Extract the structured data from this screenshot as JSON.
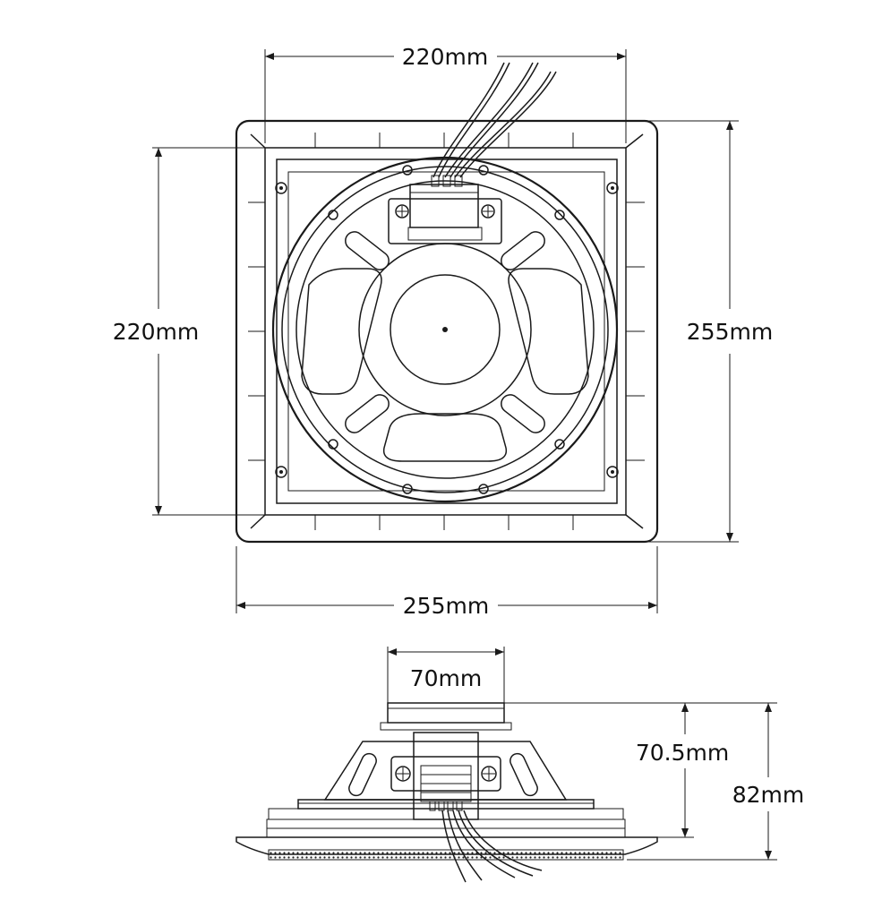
{
  "dimensions": {
    "top_width": "220mm",
    "left_height": "220mm",
    "right_height": "255mm",
    "bottom_width": "255mm",
    "magnet_width": "70mm",
    "body_depth": "70.5mm",
    "total_depth": "82mm"
  },
  "colors": {
    "line": "#1a1a1a",
    "background": "#ffffff"
  }
}
